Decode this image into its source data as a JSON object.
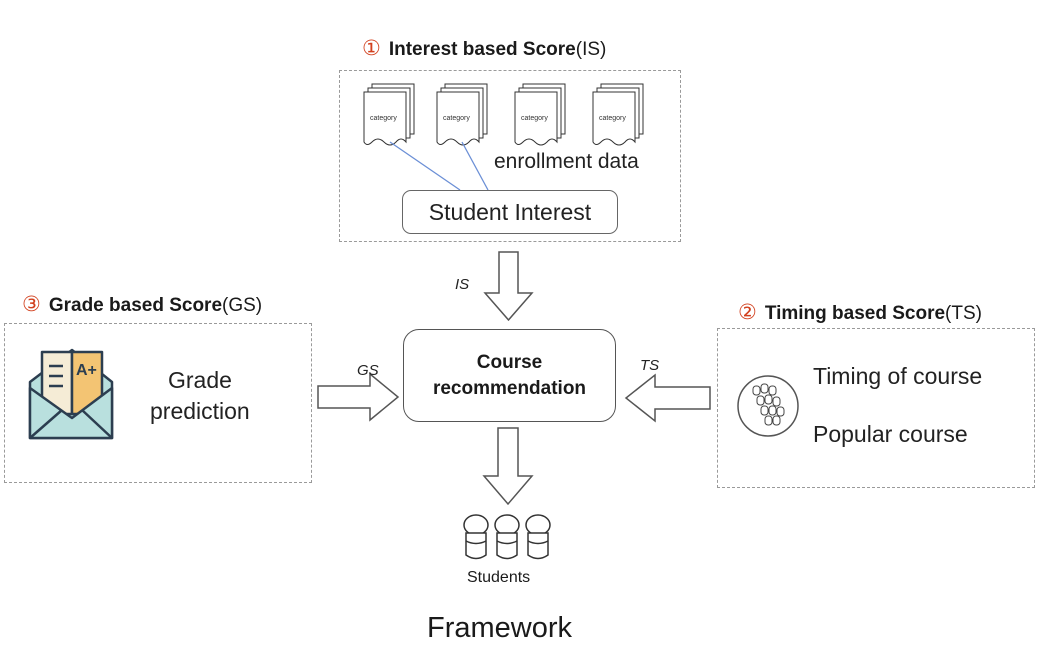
{
  "interest": {
    "number": "①",
    "title": "Interest based Score",
    "abbr": "(IS)",
    "doc_label": "category",
    "enrollment_label": "enrollment data",
    "student_interest_label": "Student Interest"
  },
  "timing": {
    "number": "②",
    "title": "Timing based Score",
    "abbr": "(TS)",
    "line1": "Timing of course",
    "line2": "Popular course"
  },
  "grade": {
    "number": "③",
    "title": "Grade based Score",
    "abbr": "(GS)",
    "line1": "Grade",
    "line2": "prediction",
    "icon_text": "A+"
  },
  "center": {
    "line1": "Course",
    "line2": "recommendation"
  },
  "arrows": {
    "is_label": "IS",
    "gs_label": "GS",
    "ts_label": "TS"
  },
  "students_label": "Students",
  "caption": "Framework",
  "colors": {
    "number_red": "#d2401e",
    "link_blue": "#6b8fd6",
    "envelope_teal": "#b9e0de",
    "envelope_orange": "#f3c473",
    "stroke_dark": "#2c3e50"
  }
}
